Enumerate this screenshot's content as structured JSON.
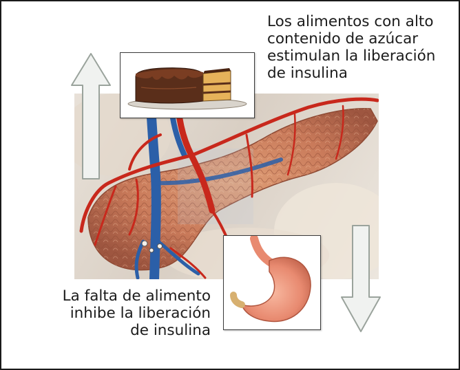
{
  "top_caption": {
    "lines": [
      "Los alimentos con alto",
      "contenido de azúcar",
      "estimulan la liberación",
      "de insulina"
    ]
  },
  "bottom_caption": {
    "lines": [
      "La falta de alimento",
      "inhibe la liberación",
      "de insulina"
    ]
  },
  "icons": {
    "up_arrow": "arrow-up-icon",
    "down_arrow": "arrow-down-icon",
    "cake": "chocolate-cake",
    "stomach": "stomach"
  },
  "colors": {
    "artery": "#c8281c",
    "vein": "#2b5fa8",
    "pancreas": "#c97a5a",
    "arrow_fill": "#f0f2f0",
    "arrow_stroke": "#9aa39c"
  }
}
